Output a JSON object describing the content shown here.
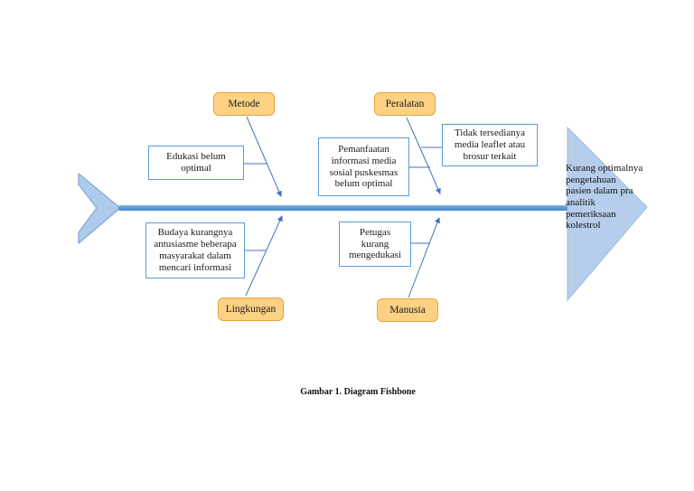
{
  "caption": "Gambar 1. Diagram Fishbone",
  "effect": "Kurang optimalnya pengetahuan pasien dalam pra analitik pemeriksaan kolestrol",
  "categories": {
    "metode": "Metode",
    "peralatan": "Peralatan",
    "lingkungan": "Lingkungan",
    "manusia": "Manusia"
  },
  "causes": {
    "edukasi": "Edukasi belum optimal",
    "pemanfaatan": "Pemanfaatan informasi media sosial puskesmas belum optimal",
    "leaflet": "Tidak tersedianya media leaflet atau brosur terkait",
    "budaya": "Budaya kurangnya antusiasme beberapa masyarakat dalam mencari informasi",
    "petugas": "Petugas kurang mengedukasi"
  },
  "colors": {
    "category_fill": "#FCD184",
    "category_border": "#E9A33C",
    "cause_border": "#5B9BD5",
    "spine_blue": "#5B9BD5",
    "branch_line": "#4472C4",
    "shape_fill": "#AFCBEB",
    "shape_border": "#85ADDB"
  }
}
